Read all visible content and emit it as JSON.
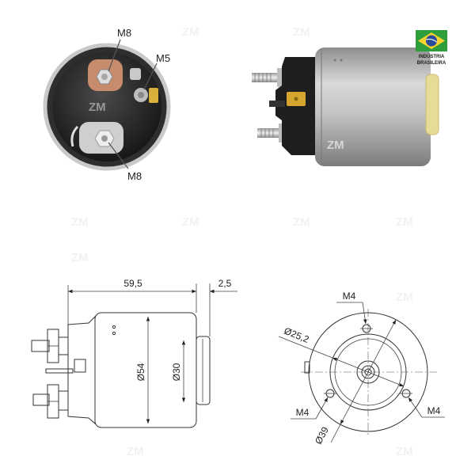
{
  "watermark": "ZM",
  "front_photo": {
    "labels": {
      "top": "M8",
      "side": "M5",
      "bottom": "M8"
    }
  },
  "badge": {
    "line1": "INDÚSTRIA",
    "line2": "BRASILEIRA",
    "colors": {
      "green": "#2e9e3c",
      "yellow": "#f6d32d",
      "blue": "#2a4a9a"
    }
  },
  "side_drawing": {
    "length": "59,5",
    "step": "2,5",
    "body_diameter": "Ø54",
    "nose_diameter": "Ø30"
  },
  "front_drawing": {
    "hole_top": "M4",
    "bolt_circle": "Ø25,2",
    "hole_left": "M4",
    "hole_right": "M4",
    "outer_diameter": "Ø39"
  }
}
